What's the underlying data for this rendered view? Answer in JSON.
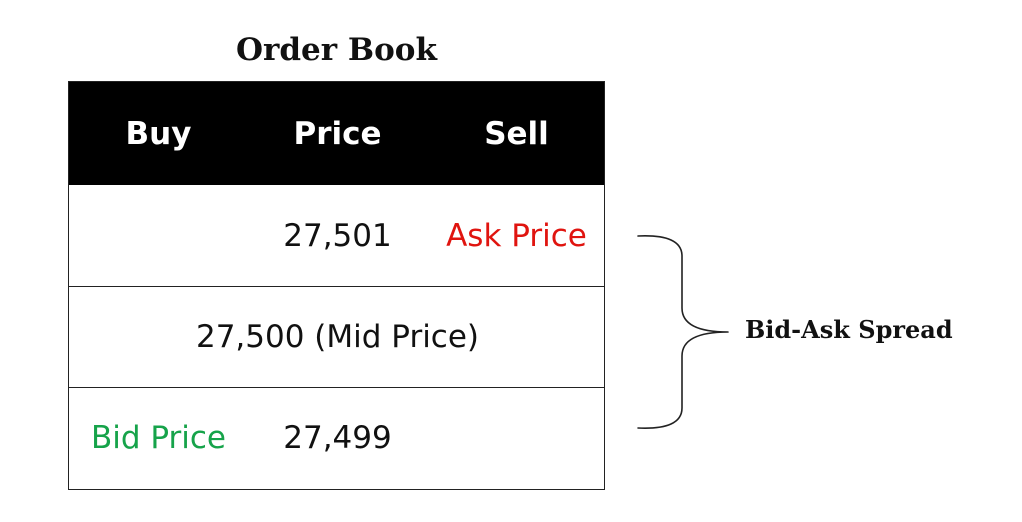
{
  "title": "Order Book",
  "header": {
    "buy": "Buy",
    "price": "Price",
    "sell": "Sell"
  },
  "rows": [
    {
      "buy": "",
      "price": "27,501",
      "sell": "Ask Price"
    },
    {
      "full": "27,500 (Mid Price)"
    },
    {
      "buy": "Bid Price",
      "price": "27,499",
      "sell": ""
    }
  ],
  "annotation": {
    "label": "Bid-Ask Spread"
  },
  "colors": {
    "ask": "#e0140f",
    "bid": "#16a34a",
    "header_bg": "#000000"
  }
}
